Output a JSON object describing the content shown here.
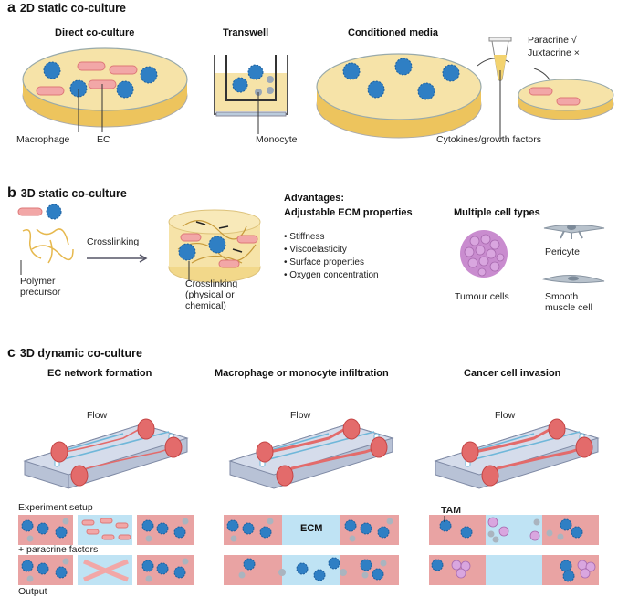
{
  "figure": {
    "panel_a": {
      "letter": "a",
      "title": "2D static co-culture",
      "sub_direct": "Direct co-culture",
      "sub_transwell": "Transwell",
      "sub_conditioned": "Conditioned media",
      "label_macrophage": "Macrophage",
      "label_ec": "EC",
      "label_monocyte": "Monocyte",
      "label_cytokines": "Cytokines/growth factors",
      "label_paracrine": "Paracrine √",
      "label_juxtacrine": "Juxtacrine ×"
    },
    "panel_b": {
      "letter": "b",
      "title": "3D static co-culture",
      "arrow_label": "Crosslinking",
      "label_polymer": [
        "Polymer",
        "precursor"
      ],
      "label_crosslink": [
        "Crosslinking",
        "(physical or",
        "chemical)"
      ],
      "advantages_heading": "Advantages:",
      "advantages_sub": "Adjustable ECM properties",
      "advantages": [
        "Stiffness",
        "Viscoelasticity",
        "Surface properties",
        "Oxygen concentration"
      ],
      "cell_types_heading": "Multiple cell types",
      "label_tumour": "Tumour cells",
      "label_pericyte": "Pericyte",
      "label_smooth": [
        "Smooth",
        "muscle cell"
      ]
    },
    "panel_c": {
      "letter": "c",
      "title": "3D dynamic co-culture",
      "sub_ec": "EC network formation",
      "sub_macro": "Macrophage or monocyte infiltration",
      "sub_cancer": "Cancer cell invasion",
      "flow_label": "Flow",
      "label_setup": "Experiment setup",
      "label_paracrine": "+ paracrine factors",
      "label_output": "Output",
      "label_ecm": "ECM",
      "label_tam": "TAM"
    }
  },
  "colors": {
    "dish_fill": "#f6e3a8",
    "dish_rim": "#e9c66a",
    "macrophage": "#2f7fc4",
    "ec_cell": "#f2a7a7",
    "channel_pink": "#e9a3a3",
    "channel_blue": "#bfe3f4",
    "tumour": "#c98ccf"
  }
}
